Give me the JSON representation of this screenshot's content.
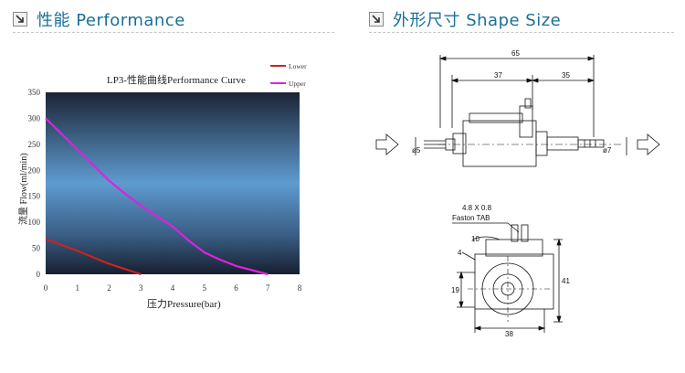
{
  "headers": {
    "performance": "性能 Performance",
    "shape_size": "外形尺寸 Shape Size"
  },
  "colors": {
    "header_text": "#1a6f9a",
    "lower": "#cc2222",
    "upper": "#dd22dd"
  },
  "chart_data": {
    "type": "line",
    "title": "LP3-性能曲线Performance Curve",
    "xlabel": "压力Pressure(bar)",
    "ylabel": "流量 Flow(ml/min)",
    "xlim": [
      0,
      8
    ],
    "ylim": [
      0,
      350
    ],
    "xticks": [
      "0",
      "1",
      "2",
      "3",
      "4",
      "5",
      "6",
      "7",
      "8"
    ],
    "yticks": [
      "0",
      "50",
      "100",
      "150",
      "200",
      "250",
      "300",
      "350"
    ],
    "legend_position": "top-right",
    "grid": false,
    "series": [
      {
        "name": "Lower",
        "color": "#cc2222",
        "x": [
          0,
          1,
          2,
          3
        ],
        "y": [
          68,
          45,
          20,
          0
        ]
      },
      {
        "name": "Upper",
        "color": "#dd22dd",
        "x": [
          0,
          0.5,
          1,
          1.5,
          2,
          2.5,
          3,
          3.5,
          4,
          4.5,
          5,
          5.5,
          6,
          6.5,
          7
        ],
        "y": [
          300,
          270,
          240,
          210,
          180,
          155,
          132,
          112,
          92,
          65,
          42,
          28,
          16,
          8,
          0
        ]
      }
    ]
  },
  "drawing": {
    "dim_overall": "65",
    "dim_left": "37",
    "dim_right": "35",
    "dia_inlet": "ø5",
    "dia_outlet": "ø7",
    "tab_size": "4.8 X 0.8",
    "tab_label": "Faston TAB",
    "dim_10": "10",
    "dim_4": "4",
    "dim_19": "19",
    "dim_41": "41",
    "dim_38": "38"
  }
}
